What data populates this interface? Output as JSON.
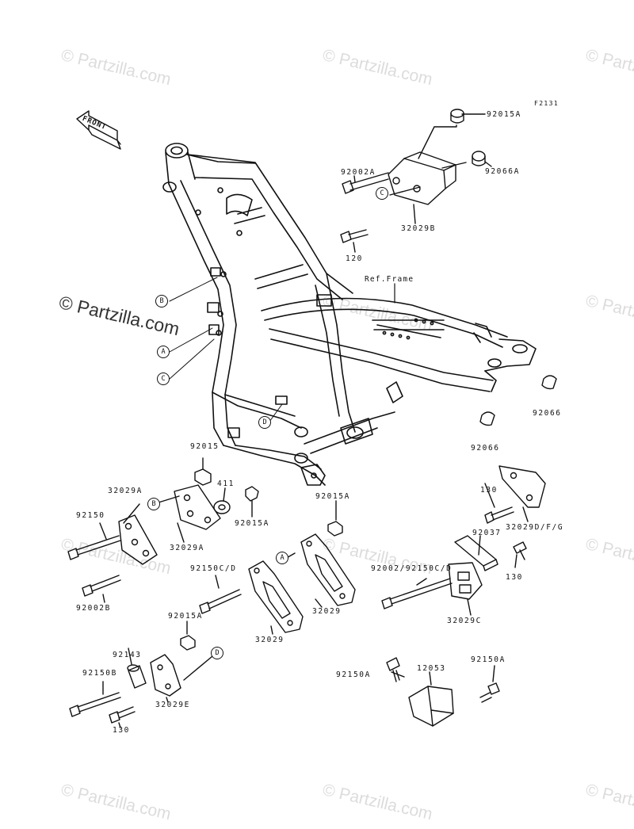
{
  "figure_code": "F2131",
  "front_label": "FRONT",
  "ref_label": "Ref.Frame",
  "watermark_text": "© Partzilla.com",
  "callouts": {
    "a": "A",
    "b": "B",
    "c": "C",
    "d": "D"
  },
  "parts": {
    "p92015A_top": "92015A",
    "p92002A": "92002A",
    "p92066A": "92066A",
    "p32029B": "32029B",
    "p120": "120",
    "p92066_right": "92066",
    "p92066_mid": "92066",
    "p92015": "92015",
    "p411": "411",
    "p32029A_top": "32029A",
    "p92150": "92150",
    "p32029A_bot": "32029A",
    "p92015A_a": "92015A",
    "p92015A_b": "92015A",
    "p92002B": "92002B",
    "p92150CD": "92150C/D",
    "p92015A_c": "92015A",
    "p32029_r": "32029",
    "p32029_l": "32029",
    "p92002_92150CD": "92002/92150C/D",
    "p130_top": "130",
    "p32029DFG": "32029D/F/G",
    "p92037": "92037",
    "p130_right": "130",
    "p32029C": "32029C",
    "p92143": "92143",
    "p92150B": "92150B",
    "p32029E": "32029E",
    "p130_bot": "130",
    "p92150A_l": "92150A",
    "p12053": "12053",
    "p92150A_r": "92150A"
  },
  "colors": {
    "line": "#111111",
    "watermark": "#dcdcdc"
  }
}
